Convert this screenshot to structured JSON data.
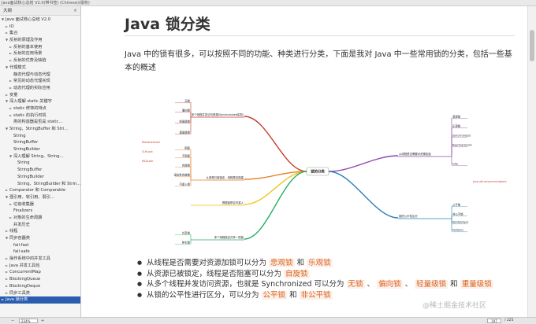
{
  "window": {
    "title": "Java面试核心总结 V2.0(带书签) (Chinese)(版权)"
  },
  "sidebar": {
    "header": "大纲",
    "close_glyph": "×",
    "items": [
      {
        "label": "Java 面试核心总结 V2.0",
        "arrow": "▼",
        "indent": 0
      },
      {
        "label": "IO",
        "arrow": "►",
        "indent": 1
      },
      {
        "label": "集合",
        "arrow": "►",
        "indent": 1
      },
      {
        "label": "反射的原理及作用",
        "arrow": "▼",
        "indent": 1
      },
      {
        "label": "反射的基本使用",
        "arrow": "►",
        "indent": 2
      },
      {
        "label": "反射的应用场景",
        "arrow": "►",
        "indent": 2
      },
      {
        "label": "反射的优势及缺陷",
        "arrow": "►",
        "indent": 2
      },
      {
        "label": "代理模式",
        "arrow": "▼",
        "indent": 1
      },
      {
        "label": "静态代理与动态代理",
        "arrow": "",
        "indent": 2
      },
      {
        "label": "常见的动态代理实现",
        "arrow": "►",
        "indent": 2
      },
      {
        "label": "动态代理的实际应用",
        "arrow": "►",
        "indent": 2
      },
      {
        "label": "变量",
        "arrow": "►",
        "indent": 1
      },
      {
        "label": "深入理解 static 关键字",
        "arrow": "▼",
        "indent": 1
      },
      {
        "label": "static 修饰的特点",
        "arrow": "►",
        "indent": 2
      },
      {
        "label": "static 的执行时机",
        "arrow": "►",
        "indent": 2
      },
      {
        "label": "类的构造器是否是 static…",
        "arrow": "",
        "indent": 2
      },
      {
        "label": "String、StringBuffer 和 Stri…",
        "arrow": "▼",
        "indent": 1
      },
      {
        "label": "String",
        "arrow": "",
        "indent": 2
      },
      {
        "label": "StringBuffer",
        "arrow": "",
        "indent": 2
      },
      {
        "label": "StringBuilder",
        "arrow": "",
        "indent": 2
      },
      {
        "label": "深入理解 String、String…",
        "arrow": "▼",
        "indent": 2
      },
      {
        "label": "String",
        "arrow": "",
        "indent": 3
      },
      {
        "label": "StringBuffer",
        "arrow": "",
        "indent": 3
      },
      {
        "label": "StringBuilder",
        "arrow": "",
        "indent": 3
      },
      {
        "label": "String、StringBuilder 和 Strin…",
        "arrow": "",
        "indent": 3
      },
      {
        "label": "Comparator 和 Comparable",
        "arrow": "►",
        "indent": 1
      },
      {
        "label": "强引用、软引用、弱引…",
        "arrow": "▼",
        "indent": 1
      },
      {
        "label": "垃圾收集器",
        "arrow": "►",
        "indent": 2
      },
      {
        "label": "Finalizers",
        "arrow": "",
        "indent": 2
      },
      {
        "label": "对象的生命周期",
        "arrow": "►",
        "indent": 2
      },
      {
        "label": "并发历史",
        "arrow": "",
        "indent": 2
      },
      {
        "label": "线程",
        "arrow": "►",
        "indent": 1
      },
      {
        "label": "同步容器类",
        "arrow": "▼",
        "indent": 1
      },
      {
        "label": "fail-fast",
        "arrow": "",
        "indent": 2
      },
      {
        "label": "fail-safe",
        "arrow": "",
        "indent": 2
      },
      {
        "label": "操作系统中的并发工具",
        "arrow": "►",
        "indent": 1
      },
      {
        "label": "Java 并发工具包",
        "arrow": "►",
        "indent": 1
      },
      {
        "label": "ConcurrentMap",
        "arrow": "►",
        "indent": 1
      },
      {
        "label": "BlockingQueue",
        "arrow": "►",
        "indent": 1
      },
      {
        "label": "BlockingDeque",
        "arrow": "►",
        "indent": 1
      },
      {
        "label": "同步工具类",
        "arrow": "►",
        "indent": 1
      },
      {
        "label": "Java 锁分类",
        "arrow": "►",
        "indent": 0,
        "active": true
      }
    ]
  },
  "main": {
    "title": "Java 锁分类",
    "intro": "Java 中的锁有很多，可以按照不同的功能、种类进行分类，下面是我对 Java 中一些常用锁的分类，包括一些基本的概述",
    "bullets": [
      {
        "parts": [
          {
            "t": "从线程是否需要对资源加锁可以分为 "
          },
          {
            "t": "悲观锁",
            "hl": true
          },
          {
            "t": " 和 "
          },
          {
            "t": "乐观锁",
            "hl": true
          }
        ]
      },
      {
        "parts": [
          {
            "t": "从资源已被锁定，线程是否阻塞可以分为 "
          },
          {
            "t": "自旋锁",
            "hl": true
          }
        ]
      },
      {
        "parts": [
          {
            "t": "从多个线程并发访问资源，也就是 Synchronized 可以分为 "
          },
          {
            "t": "无锁",
            "hl": true
          },
          {
            "t": " 、 "
          },
          {
            "t": "偏向锁",
            "hl": true
          },
          {
            "t": " 、 "
          },
          {
            "t": "轻量级锁",
            "hl": true
          },
          {
            "t": " 和 "
          },
          {
            "t": "重量级锁",
            "hl": true
          }
        ]
      },
      {
        "parts": [
          {
            "t": "从锁的公平性进行区分，可以分为 "
          },
          {
            "t": "公平锁",
            "hl": true
          },
          {
            "t": " 和 "
          },
          {
            "t": "非公平锁",
            "hl": true
          }
        ]
      }
    ]
  },
  "mindmap": {
    "center": "锁的分类",
    "branches": [
      {
        "label": "多个线程并发访问资源(Synchronized实现)",
        "color": "#c0392b"
      },
      {
        "label": "从资源已被锁定，线程是否阻塞",
        "color": "#e67e22"
      },
      {
        "label": "根据锁是否可重入",
        "color": "#f1c40f"
      },
      {
        "label": "多个线程能否共享一把锁",
        "color": "#27ae60"
      },
      {
        "label": "从线程是否需要对资源加锁",
        "color": "#8e44ad"
      },
      {
        "label": "锁的公平性区分",
        "color": "#2980b9"
      }
    ],
    "leaves_left_red": [
      "无锁",
      "偏向锁",
      "轻量级锁",
      "重量级锁"
    ],
    "leaves_left_orange": [
      "阻塞",
      "不阻塞",
      "自旋锁",
      "适应性自旋锁",
      "可重入锁"
    ],
    "leaves_left_green": [
      "共享锁",
      "排它锁"
    ],
    "leaves_right_purple": [
      "悲观锁",
      "乐观锁",
      "Synchronized",
      "ReentrantLock",
      "CAS"
    ],
    "leaves_right_blue": [
      "公平锁",
      "非公平锁",
      "NonfairSync",
      "FairSync"
    ],
    "api_notes": [
      "ReentrantLock",
      "CLHLock",
      "MCSLock",
      "java.util.concurrent.atomic"
    ]
  },
  "watermark": "@稀土掘金技术社区",
  "statusbar": {
    "zoom": "234%",
    "zoom_out": "−",
    "zoom_in": "+",
    "page_current": "197",
    "page_total": "/ 225"
  },
  "colors": {
    "highlight": "#d9631c",
    "active_item": "#2a5db0"
  }
}
